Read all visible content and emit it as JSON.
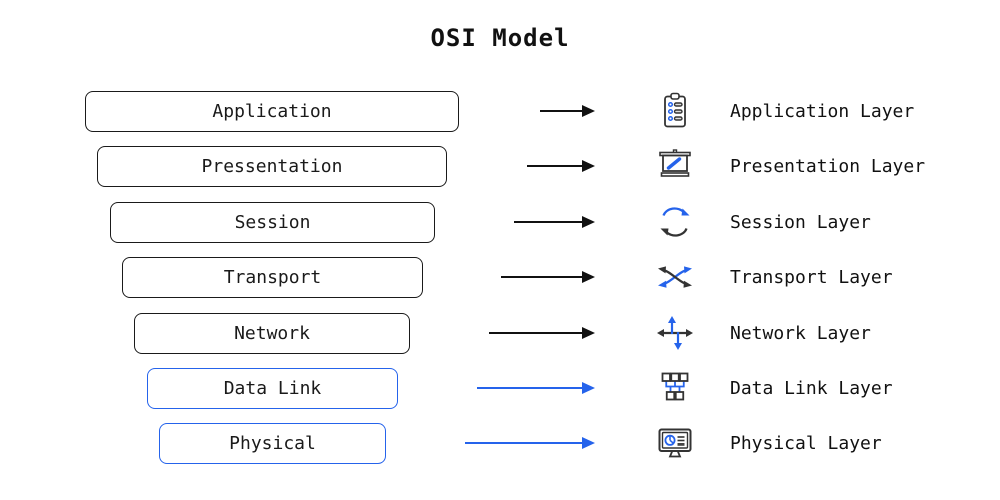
{
  "title": "OSI Model",
  "colors": {
    "dark": "#1a1a1a",
    "accent_blue": "#2563eb"
  },
  "layers": [
    {
      "box_label": "Application",
      "layer_label": "Application Layer",
      "icon": "clipboard-list-icon",
      "accent": "dark"
    },
    {
      "box_label": "Pressentation",
      "layer_label": "Presentation Layer",
      "icon": "presentation-board-icon",
      "accent": "dark"
    },
    {
      "box_label": "Session",
      "layer_label": "Session Layer",
      "icon": "sync-arrows-icon",
      "accent": "dark"
    },
    {
      "box_label": "Transport",
      "layer_label": "Transport Layer",
      "icon": "crossed-arrows-icon",
      "accent": "dark"
    },
    {
      "box_label": "Network",
      "layer_label": "Network Layer",
      "icon": "multi-directional-arrows-icon",
      "accent": "dark"
    },
    {
      "box_label": "Data Link",
      "layer_label": "Data Link Layer",
      "icon": "network-topology-icon",
      "accent": "blue"
    },
    {
      "box_label": "Physical",
      "layer_label": "Physical Layer",
      "icon": "monitor-dashboard-icon",
      "accent": "blue"
    }
  ]
}
